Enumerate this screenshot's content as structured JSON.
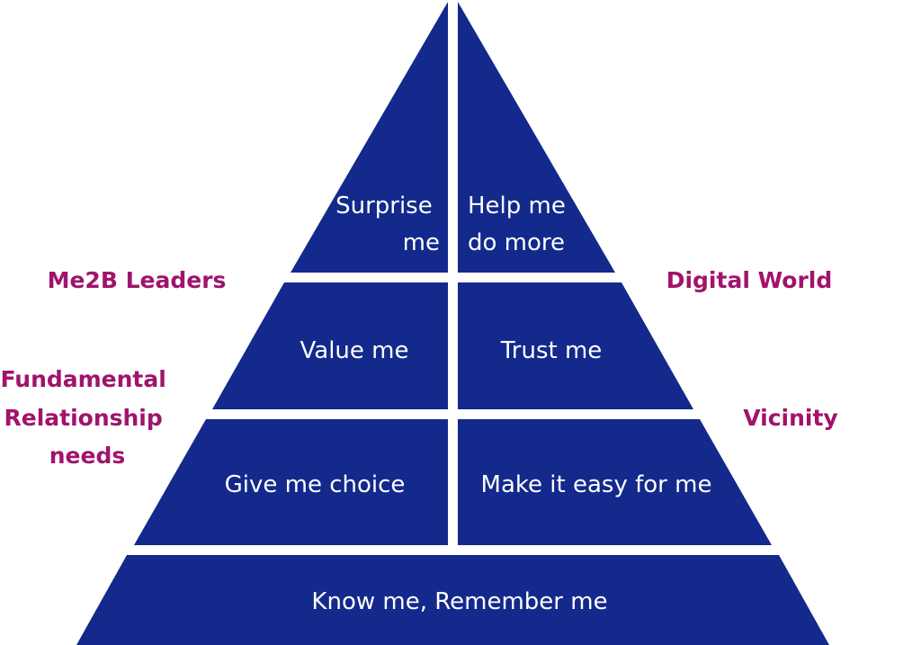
{
  "pyramid": {
    "fill_color": "#13298b",
    "text_color": "#ffffff",
    "top_left": [
      "Surprise",
      "me"
    ],
    "top_right": [
      "Help me",
      "do more"
    ],
    "mid_left": "Value me",
    "mid_right": "Trust me",
    "low_left": "Give me choice",
    "low_right": "Make it easy for me",
    "base": "Know me, Remember me"
  },
  "side_labels": {
    "color": "#a1136c",
    "me2b_leaders": "Me2B Leaders",
    "fundamental": [
      "Fundamental",
      "Relationship",
      "needs"
    ],
    "digital_world": "Digital World",
    "vicinity": "Vicinity"
  }
}
